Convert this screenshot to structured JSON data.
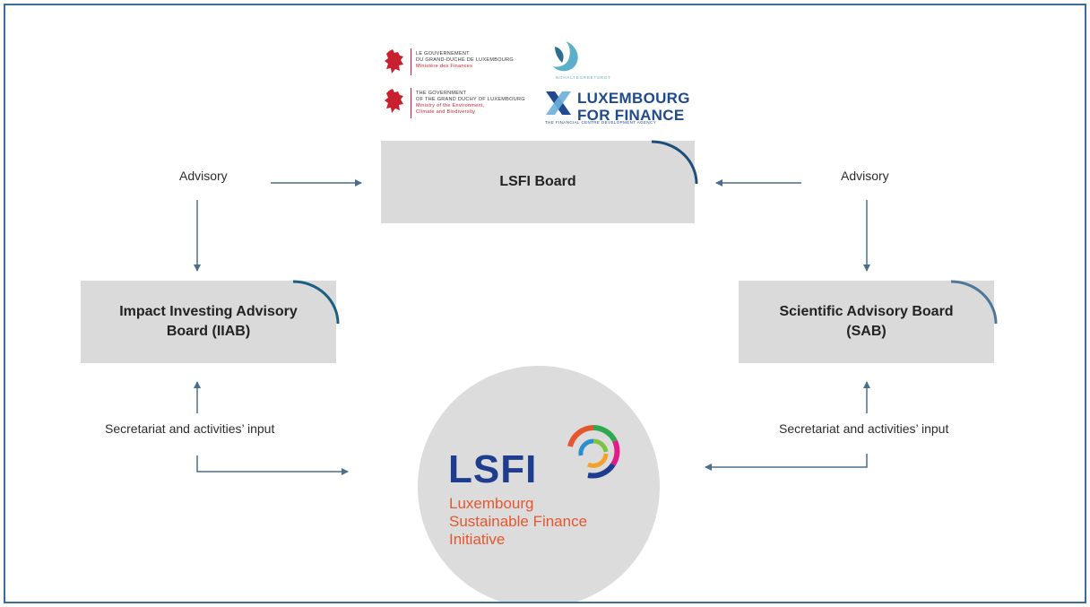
{
  "logos": {
    "gov_finance": {
      "line1": "LE GOUVERNEMENT",
      "line2": "DU GRAND-DUCHÉ DE LUXEMBOURG",
      "line3": "Ministère des Finances"
    },
    "gov_environment": {
      "line1": "THE GOVERNMENT",
      "line2": "OF THE GRAND DUCHY OF LUXEMBOURG",
      "line3": "Ministry of the Environment,",
      "line4": "Climate and Biodiversity"
    },
    "partner_org": {
      "caption": "NOHALTEGREETSROT"
    },
    "luxembourg_for_finance": {
      "line1": "LUXEMBOURG",
      "line2": "FOR FINANCE",
      "tagline": "THE FINANCIAL CENTRE DEVELOPMENT AGENCY"
    }
  },
  "diagram": {
    "board": {
      "label": "LSFI Board"
    },
    "iiab": {
      "line1": "Impact Investing Advisory",
      "line2": "Board (IIAB)"
    },
    "sab": {
      "line1": "Scientific Advisory Board",
      "line2": "(SAB)"
    },
    "left_advisory": "Advisory",
    "right_advisory": "Advisory",
    "left_secretariat": "Secretariat and activities’ input",
    "right_secretariat": "Secretariat and activities’ input"
  },
  "lsfi": {
    "acronym": "LSFI",
    "line1": "Luxembourg",
    "line2": "Sustainable Finance",
    "line3": "Initiative"
  },
  "colors": {
    "box": "#dadada",
    "arrow": "#4a6f8e",
    "arc_dark": "#1d4f7a",
    "lsfi_blue": "#1f3d8f",
    "lsfi_orange": "#e4572e",
    "gov_red": "#c8202e"
  }
}
